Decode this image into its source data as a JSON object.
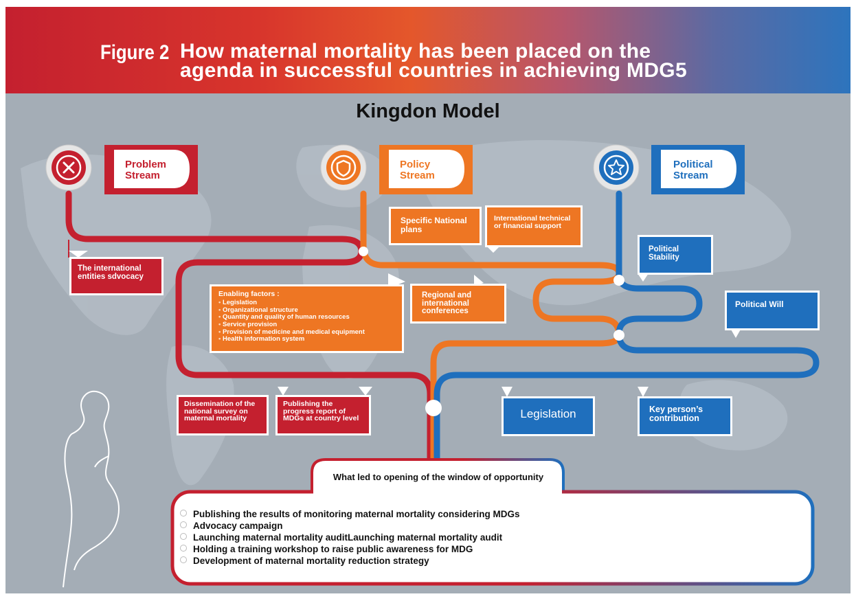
{
  "header": {
    "figure_label": "Figure 2",
    "title_line1": "How maternal mortality has been placed on the",
    "title_line2": "agenda in successful countries in achieving MDG5"
  },
  "model_title": "Kingdon Model",
  "colors": {
    "problem": "#c4202f",
    "policy": "#ee7623",
    "political": "#1f6fbd",
    "background": "#a4adb6"
  },
  "streams": {
    "problem": {
      "line1": "Problem",
      "line2": "Stream",
      "icon": "x-icon"
    },
    "policy": {
      "line1": "Policy",
      "line2": "Stream",
      "icon": "shield-icon"
    },
    "political": {
      "line1": "Political",
      "line2": "Stream",
      "icon": "star-icon"
    }
  },
  "problem_boxes": {
    "advocacy": "The international entities sdvocacy",
    "survey": "Dissemination of the national survey on maternal mortality",
    "report": "Publishing the progress report of MDGs at country level"
  },
  "policy_boxes": {
    "national_plans": "Specific National plans",
    "intl_support": "International technical or financial support",
    "conferences": "Regional and international conferences",
    "enabling_title": "Enabling factors :",
    "enabling_items": [
      "Legislation",
      "Organizational structure",
      "Quantity and quality of human resources",
      "Service provision",
      "Provision of medicine and medical equipment",
      "Health information system"
    ]
  },
  "political_boxes": {
    "stability": "Political Stability",
    "will": "Political Will",
    "legislation": "Legislation",
    "key_person": "Key person’s contribution"
  },
  "window_title": "What led to opening of the window of opportunity",
  "outcomes": [
    "Publishing the results of monitoring maternal mortality considering MDGs",
    "Advocacy campaign",
    "Launching maternal mortality auditLaunching maternal mortality audit",
    "Holding a training workshop to raise public awareness for MDG",
    "Development of  maternal mortality reduction strategy"
  ]
}
